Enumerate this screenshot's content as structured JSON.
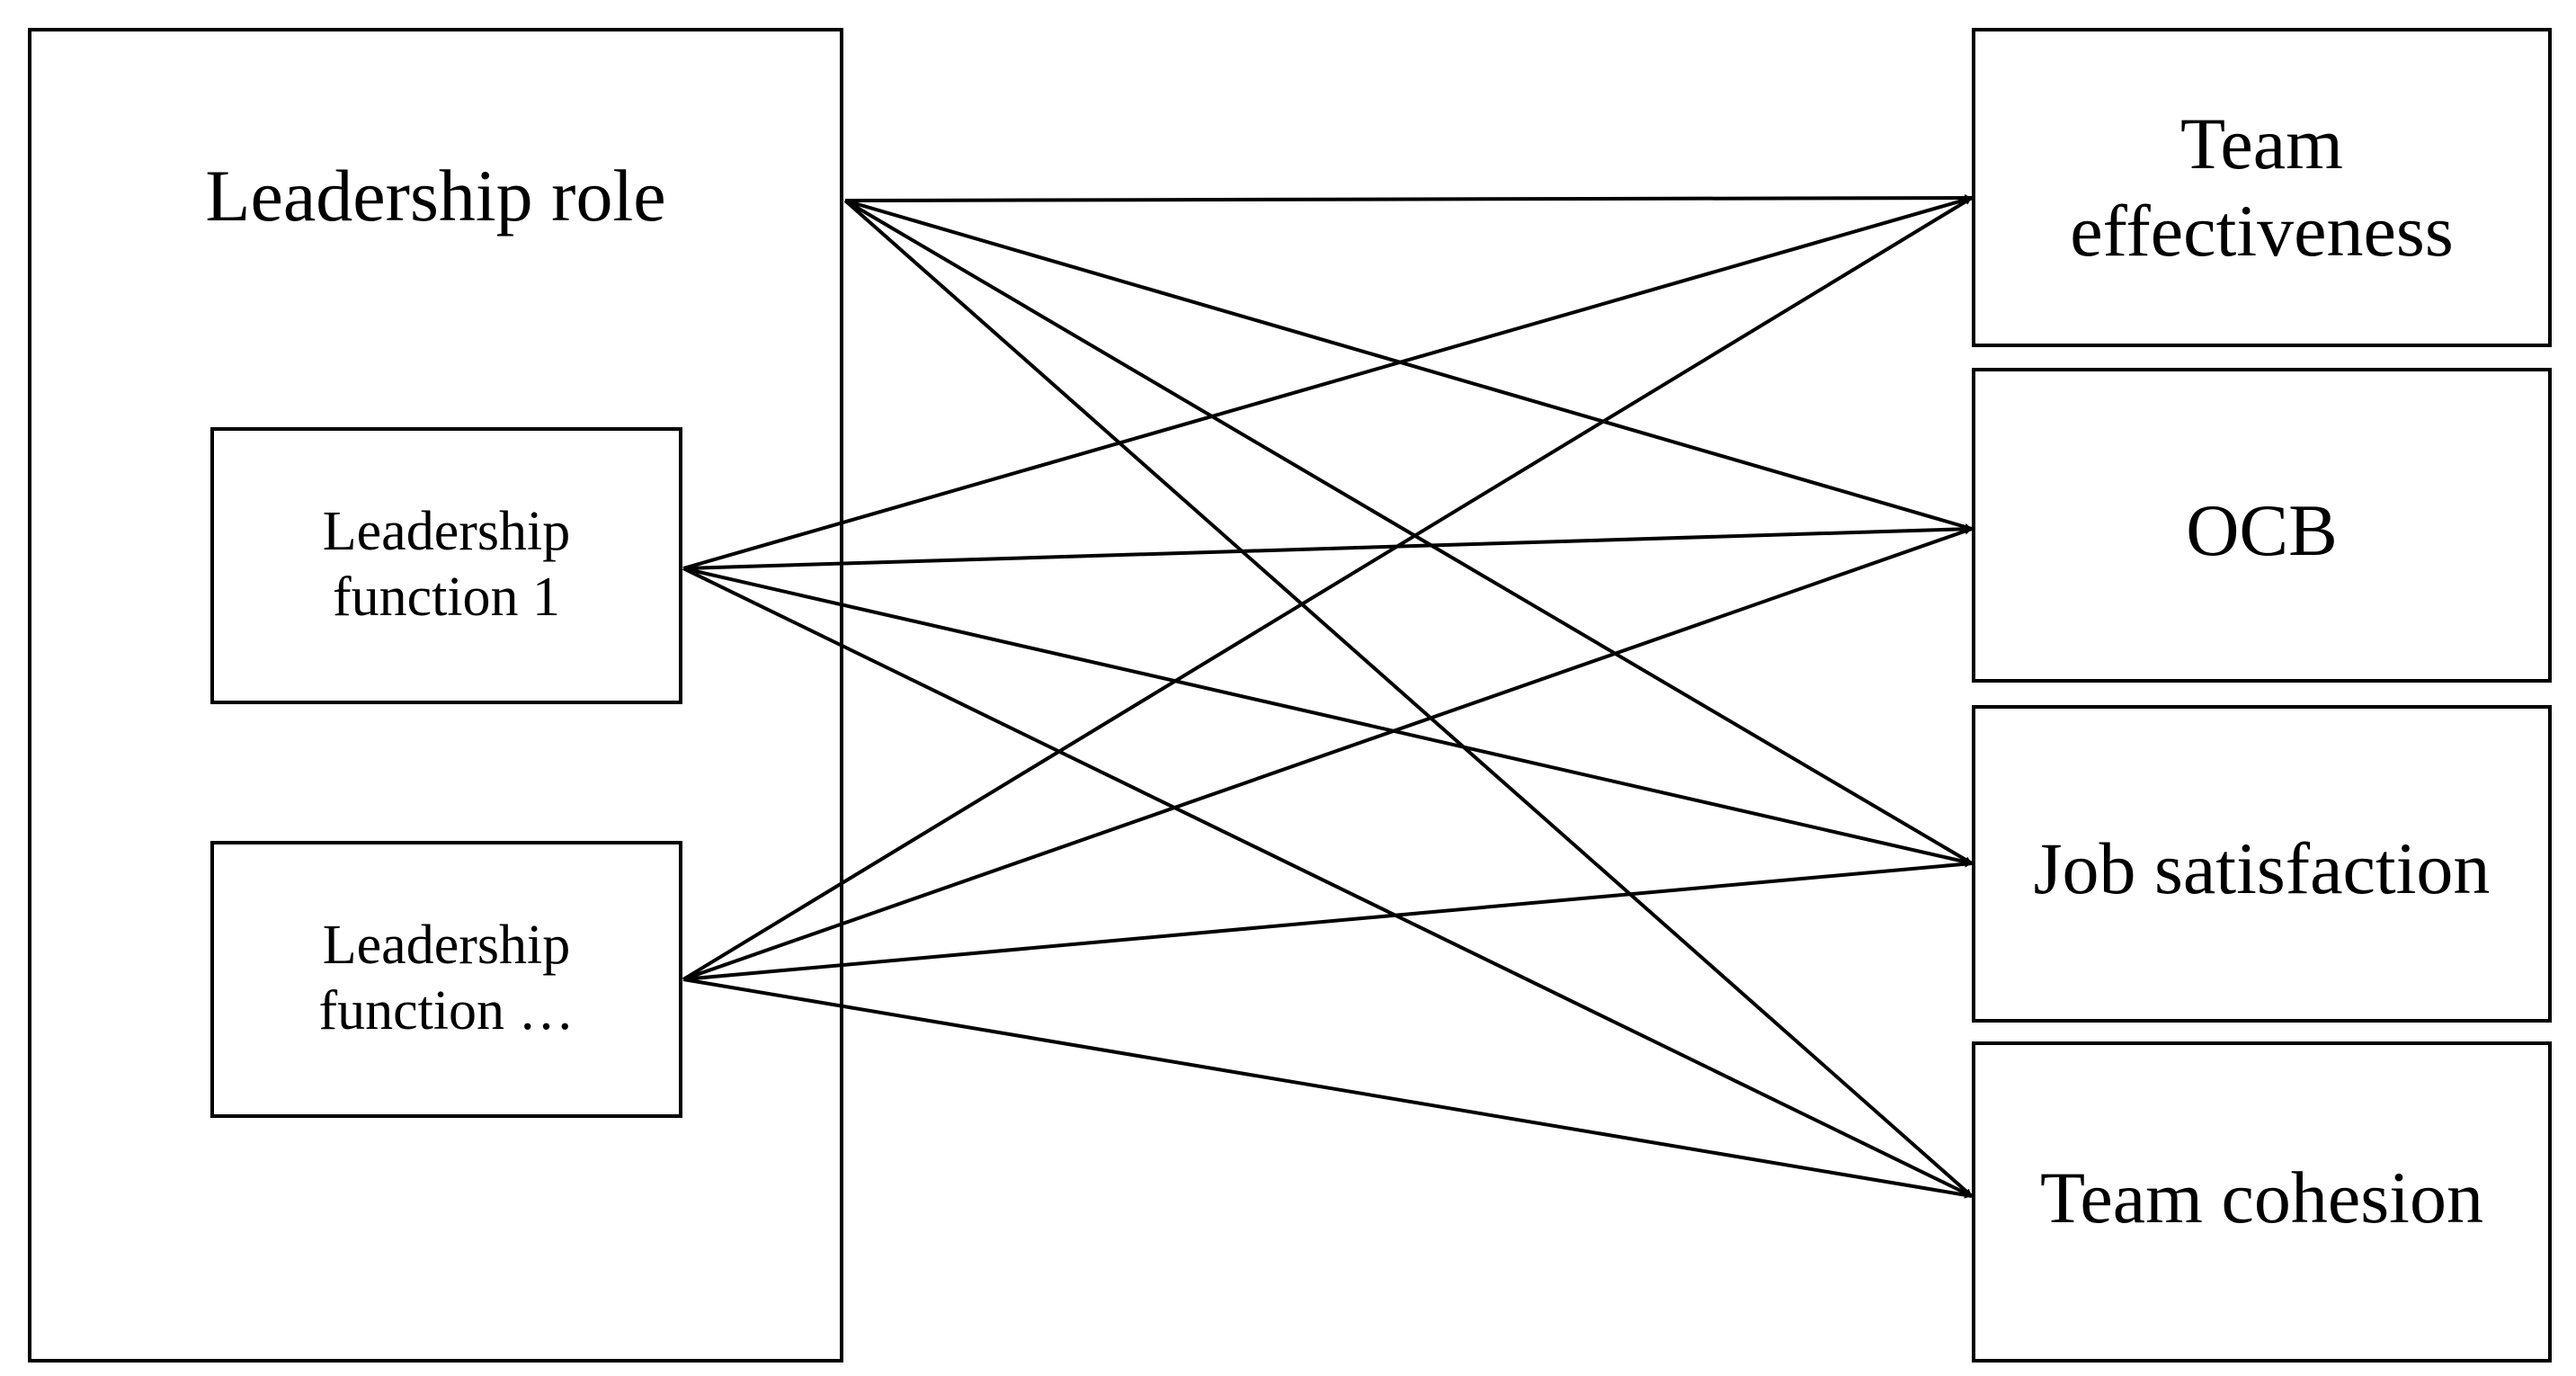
{
  "leadership_role": {
    "label": "Leadership role"
  },
  "functions": [
    {
      "lines": [
        "Leadership",
        "function 1"
      ]
    },
    {
      "lines": [
        "Leadership",
        "function …"
      ]
    }
  ],
  "outcomes": [
    {
      "lines": [
        "Team",
        "effectiveness"
      ]
    },
    {
      "lines": [
        "OCB"
      ]
    },
    {
      "lines": [
        "Job satisfaction"
      ]
    },
    {
      "lines": [
        "Team cohesion"
      ]
    }
  ],
  "arrows": [
    {
      "from": "leadership_role",
      "to": "outcomes.0"
    },
    {
      "from": "leadership_role",
      "to": "outcomes.1"
    },
    {
      "from": "leadership_role",
      "to": "outcomes.2"
    },
    {
      "from": "leadership_role",
      "to": "outcomes.3"
    },
    {
      "from": "functions.0",
      "to": "outcomes.0"
    },
    {
      "from": "functions.0",
      "to": "outcomes.1"
    },
    {
      "from": "functions.0",
      "to": "outcomes.2"
    },
    {
      "from": "functions.0",
      "to": "outcomes.3"
    },
    {
      "from": "functions.1",
      "to": "outcomes.0"
    },
    {
      "from": "functions.1",
      "to": "outcomes.1"
    },
    {
      "from": "functions.1",
      "to": "outcomes.2"
    },
    {
      "from": "functions.1",
      "to": "outcomes.3"
    }
  ]
}
